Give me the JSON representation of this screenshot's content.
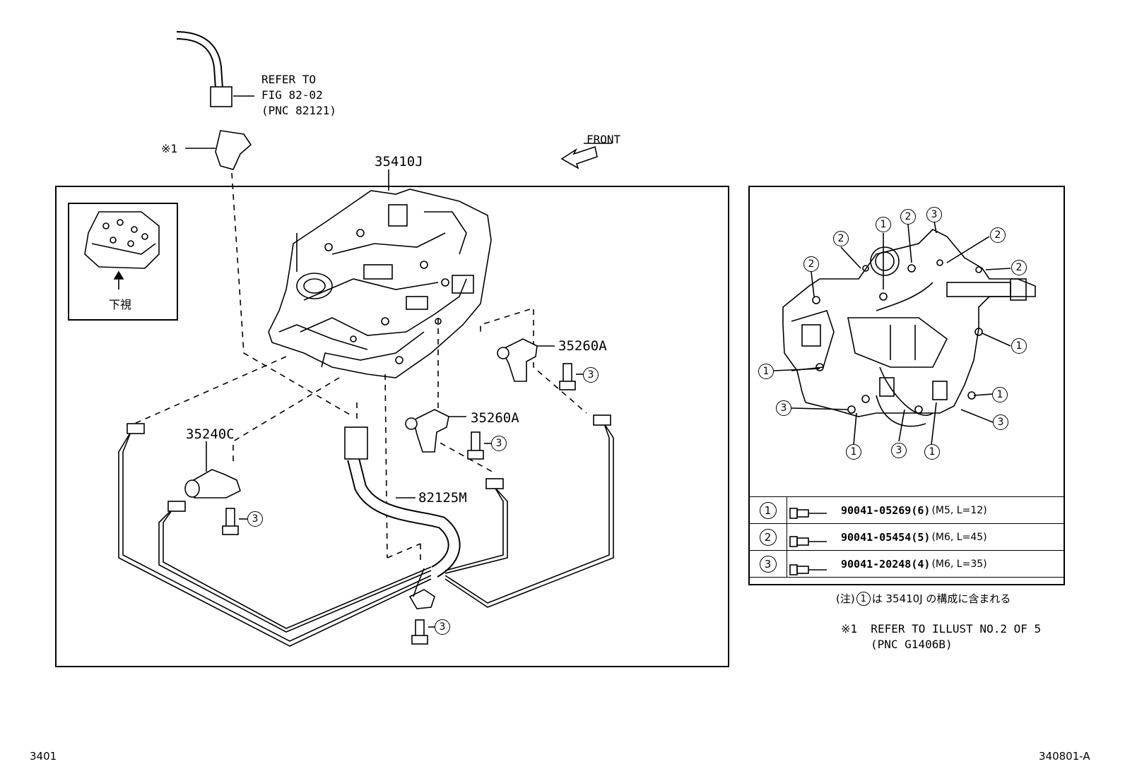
{
  "refer_note": {
    "line1": "REFER TO",
    "line2": "FIG 82-02",
    "line3": "(PNC 82121)"
  },
  "star_label": "※1",
  "front_label": "FRONT",
  "main_part": "35410J",
  "view_label": "下視",
  "parts": {
    "p35260A_top": "35260A",
    "p35260A_mid": "35260A",
    "p35240C": "35240C",
    "p82125M": "82125M"
  },
  "callouts": {
    "c1": "1",
    "c2": "2",
    "c3": "3"
  },
  "bolt_table": [
    {
      "num": "1",
      "pn": "90041-05269(6)",
      "spec": "(M5, L=12)"
    },
    {
      "num": "2",
      "pn": "90041-05454(5)",
      "spec": "(M6, L=45)"
    },
    {
      "num": "3",
      "pn": "90041-20248(4)",
      "spec": "(M6, L=35)"
    }
  ],
  "note_jp": {
    "prefix": "(注)",
    "num": "1",
    "text": "は 35410J の構成に含まれる"
  },
  "note_star": {
    "line1": "※1  REFER TO ILLUST NO.2 OF 5",
    "line2": "(PNC G1406B)"
  },
  "footer": {
    "left": "3401",
    "right": "340801-A"
  }
}
